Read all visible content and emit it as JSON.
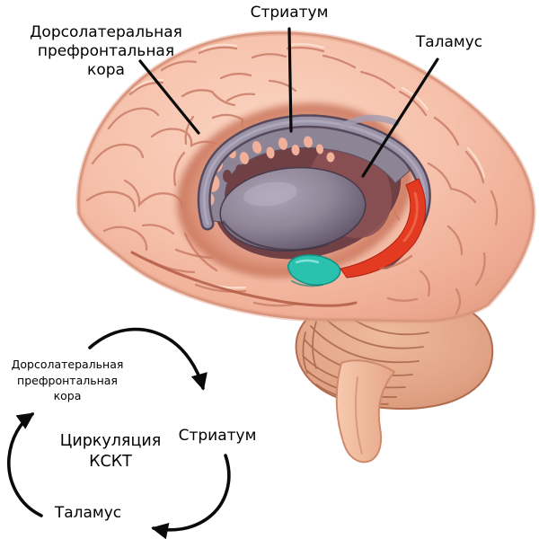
{
  "labels": {
    "dlpfc_line1": "Дорсолатеральная",
    "dlpfc_line2": "префронтальная",
    "dlpfc_line3": "кора",
    "striatum": "Стриатум",
    "thalamus": "Таламус"
  },
  "cycle": {
    "dlpfc_line1": "Дорсолатеральная",
    "dlpfc_line2": "префронтальная",
    "dlpfc_line3": "кора",
    "center_line1": "Циркуляция",
    "center_line2": "КСКТ",
    "striatum": "Стриатум",
    "thalamus": "Таламус"
  },
  "colors": {
    "background": "#ffffff",
    "text": "#000000",
    "annotation_lines": "#0a0a0a",
    "cortex_pink": "#f6c1ab",
    "striatum_ring_gray": "#9b93a7",
    "putamen_gray": "#8a8095",
    "thalamus_maroon": "#7c4848",
    "caudate_tail_red": "#e33a22",
    "amygdala_teal": "#2bc1af",
    "cerebellum_tan": "#e0a184"
  }
}
